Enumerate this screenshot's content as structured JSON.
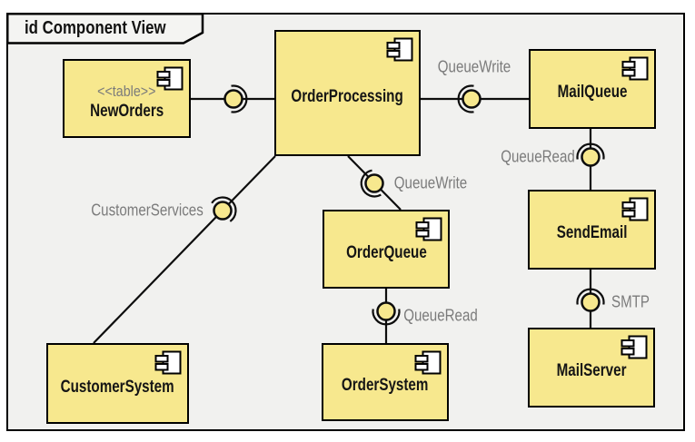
{
  "frame": {
    "title": "id Component View"
  },
  "colors": {
    "component_fill": "#F7E88E",
    "outline": "#000000",
    "label_gray": "#7B7B7B",
    "canvas_bg": "#F1F1EF"
  },
  "components": [
    {
      "stereotype": "<<table>>",
      "name": "NewOrders"
    },
    {
      "name": "OrderProcessing"
    },
    {
      "name": "MailQueue"
    },
    {
      "name": "OrderQueue"
    },
    {
      "name": "SendEmail"
    },
    {
      "name": "CustomerSystem"
    },
    {
      "name": "OrderSystem"
    },
    {
      "name": "MailServer"
    }
  ],
  "connectors": [
    {
      "label": "",
      "from": "NewOrders",
      "to": "OrderProcessing",
      "type": "ball-and-socket"
    },
    {
      "label": "QueueWrite",
      "from": "OrderProcessing",
      "to": "MailQueue",
      "type": "ball-and-socket"
    },
    {
      "label": "QueueRead",
      "from": "MailQueue",
      "to": "SendEmail",
      "type": "ball-and-socket"
    },
    {
      "label": "QueueWrite",
      "from": "OrderProcessing",
      "to": "OrderQueue",
      "type": "ball-and-socket"
    },
    {
      "label": "QueueRead",
      "from": "OrderQueue",
      "to": "OrderSystem",
      "type": "ball-and-socket"
    },
    {
      "label": "SMTP",
      "from": "SendEmail",
      "to": "MailServer",
      "type": "ball-and-socket"
    },
    {
      "label": "CustomerServices",
      "from": "OrderProcessing",
      "to": "CustomerSystem",
      "type": "ball-and-socket"
    }
  ]
}
